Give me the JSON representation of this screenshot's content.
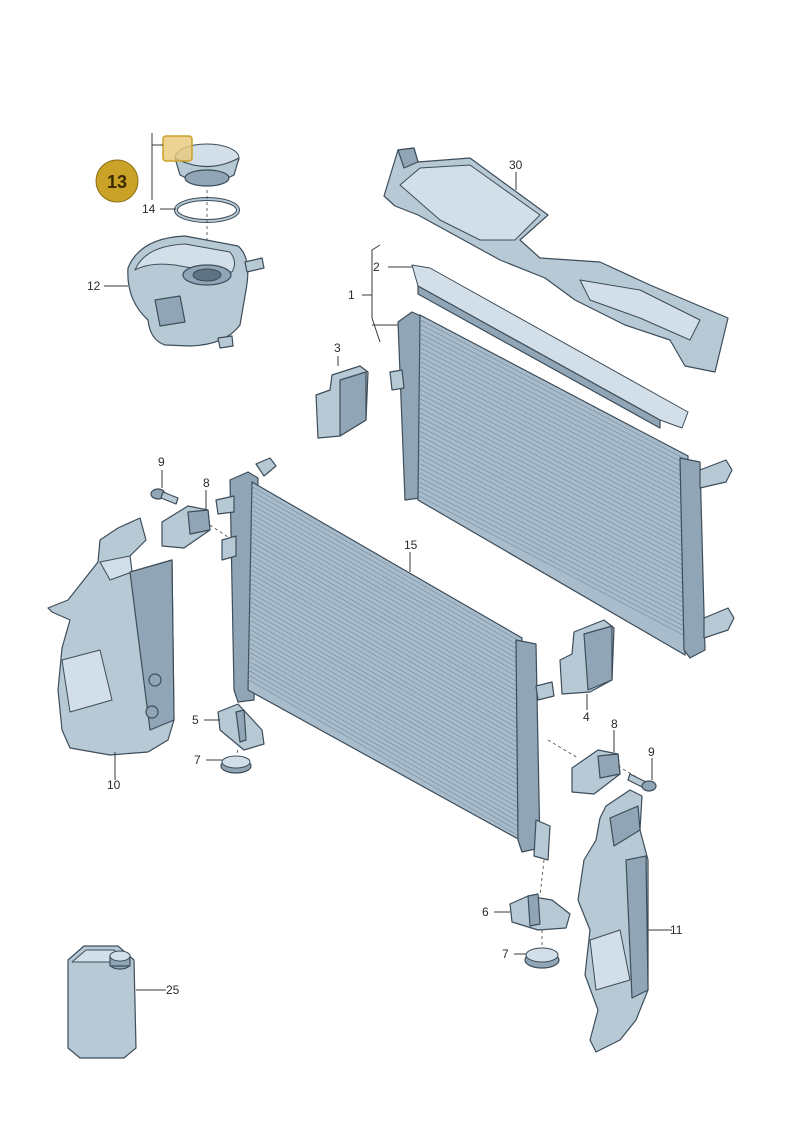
{
  "labels": {
    "n1": "1",
    "n2": "2",
    "n3": "3",
    "n4": "4",
    "n5": "5",
    "n6": "6",
    "n7a": "7",
    "n7b": "7",
    "n8a": "8",
    "n8b": "8",
    "n9a": "9",
    "n9b": "9",
    "n10": "10",
    "n11": "11",
    "n12": "12",
    "n13": "13",
    "n14": "14",
    "n15": "15",
    "n25": "25",
    "n30": "30"
  },
  "highlight": {
    "part": "13",
    "color": "#c9a227"
  },
  "colors": {
    "part_fill": "#b8c9d6",
    "outline": "#3d4d5a"
  }
}
